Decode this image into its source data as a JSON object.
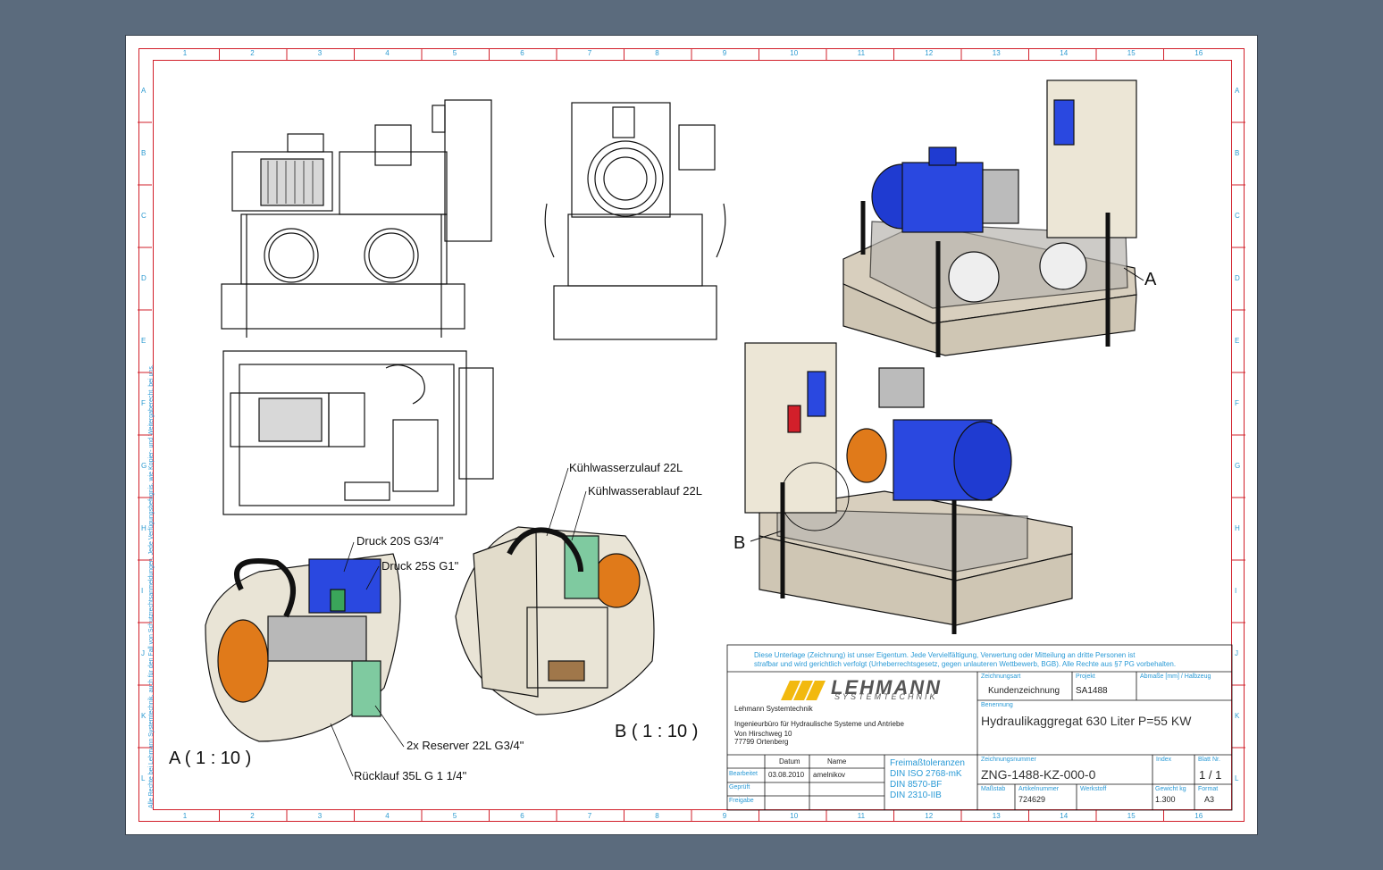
{
  "zones": {
    "cols": [
      "1",
      "2",
      "3",
      "4",
      "5",
      "6",
      "7",
      "8",
      "9",
      "10",
      "11",
      "12",
      "13",
      "14",
      "15",
      "16"
    ],
    "rows": [
      "A",
      "B",
      "C",
      "D",
      "E",
      "F",
      "G",
      "H",
      "I",
      "J",
      "K",
      "L"
    ]
  },
  "callouts": {
    "detail_a_marker": "A",
    "detail_b_marker": "B",
    "detail_a_title": "A ( 1 : 10 )",
    "detail_b_title": "B ( 1 : 10 )",
    "druck_20s": "Druck 20S  G3/4\"",
    "druck_25s": "Druck 25S  G1\"",
    "reserver": "2x Reserver 22L  G3/4\"",
    "ruecklauf": "Rücklauf 35L  G 1 1/4\"",
    "kuehl_zulauf": "Kühlwasserzulauf 22L",
    "kuehl_ablauf": "Kühlwasserablauf 22L"
  },
  "side_notice": "Alle Rechte bei Lehmann Systemtechnik, auch für den Fall von Schutzrechtsanmeldungen. Jede Verfügungsbefugnis, wie Kopier- und Weitergaberecht, bei uns.",
  "title_block": {
    "notice_line1": "Diese Unterlage (Zeichnung) ist unser Eigentum. Jede Vervielfältigung, Verwertung oder Mitteilung an dritte Personen ist",
    "notice_line2": "strafbar und wird gerichtlich verfolgt (Urheberrechtsgesetz, gegen unlauteren Wettbewerb, BGB). Alle Rechte aus §7 PG vorbehalten.",
    "logo_main": "LEHMANN",
    "logo_sub": "SYSTEMTECHNIK",
    "company_name": "Lehmann Systemtechnik",
    "company_desc": "Ingenieurbüro für Hydraulische Systeme und Antriebe",
    "company_street": "Von Hirschweg 10",
    "company_city": "77799 Ortenberg",
    "zeichnungsart_label": "Zeichnungsart",
    "zeichnungsart": "Kundenzeichnung",
    "projekt_label": "Projekt",
    "projekt": "SA1488",
    "abmasse_label": "Abmaße [mm] / Halbzeug",
    "benennung_label": "Benennung",
    "benennung": "Hydraulikaggregat 630 Liter P=55 KW",
    "datum_label": "Datum",
    "name_label": "Name",
    "bearbeitet_label": "Bearbeitet",
    "bearbeitet_datum": "03.08.2010",
    "bearbeitet_name": "amelnikov",
    "geprueft_label": "Geprüft",
    "freigabe_label": "Freigabe",
    "freimass_title": "Freimaßtoleranzen",
    "freimass_1": "DIN ISO 2768-mK",
    "freimass_2": "DIN 8570-BF",
    "freimass_3": "DIN 2310-IIB",
    "zeichnungsnummer_label": "Zeichnungsnummer",
    "zeichnungsnummer": "ZNG-1488-KZ-000-0",
    "index_label": "Index",
    "blatt_label": "Blatt Nr.",
    "blatt": "1  /  1",
    "massstab_label": "Maßstab",
    "artikelnummer_label": "Artikelnummer",
    "artikelnummer": "724629",
    "werkstoff_label": "Werkstoff",
    "gewicht_label": "Gewicht kg",
    "gewicht": "1.300",
    "format_label": "Format",
    "format": "A3"
  },
  "colors": {
    "frame": "#d21f2a",
    "cyan_text": "#2a9ad6",
    "motor_blue": "#1f3bd1",
    "tank": "#d8cfbe",
    "pump_orange": "#e07a1a",
    "filter_green": "#7fcaa0",
    "logo_yellow": "#f2b90f"
  }
}
